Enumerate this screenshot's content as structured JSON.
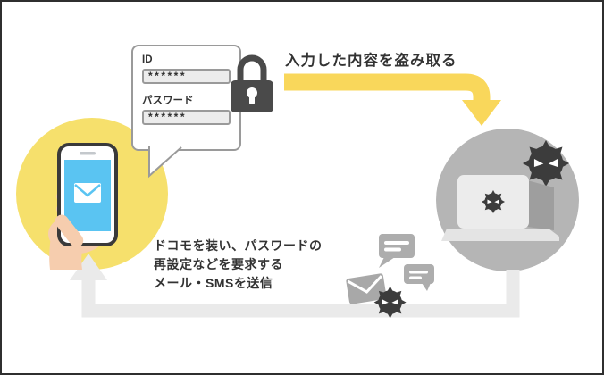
{
  "colors": {
    "canvas_border": "#2F2F2F",
    "victim_circle_yellow": "#F6E06C",
    "steal_arrow_yellow": "#F9D75B",
    "attacker_circle_gray": "#B5B5B5",
    "return_arrow_gray": "#EAEAEA",
    "text_dark": "#333333",
    "phone_screen_blue": "#5AC4F2",
    "hand_skin": "#F6CDAE",
    "villain_dark": "#3C3C3C"
  },
  "login_form": {
    "id_label": "ID",
    "id_value": "******",
    "password_label": "パスワード",
    "password_value": "******"
  },
  "annotations": {
    "steal": "入力した内容を盗み取る",
    "send_line1": "ドコモを装い、パスワードの",
    "send_line2": "再設定などを要求する",
    "send_line3": "メール・SMSを送信"
  },
  "icons": {
    "padlock": "padlock-icon",
    "smartphone": "smartphone-icon",
    "mail_on_screen": "mail-icon",
    "hand": "hand-icon",
    "laptop": "laptop-icon",
    "gear_logo": "gear-icon",
    "villain": "villain-icon",
    "chat_bubbles": "chat-bubble-icon",
    "envelope": "envelope-icon",
    "steal_arrow": "arrow-right-down-icon",
    "return_arrow": "arrow-up-icon"
  }
}
